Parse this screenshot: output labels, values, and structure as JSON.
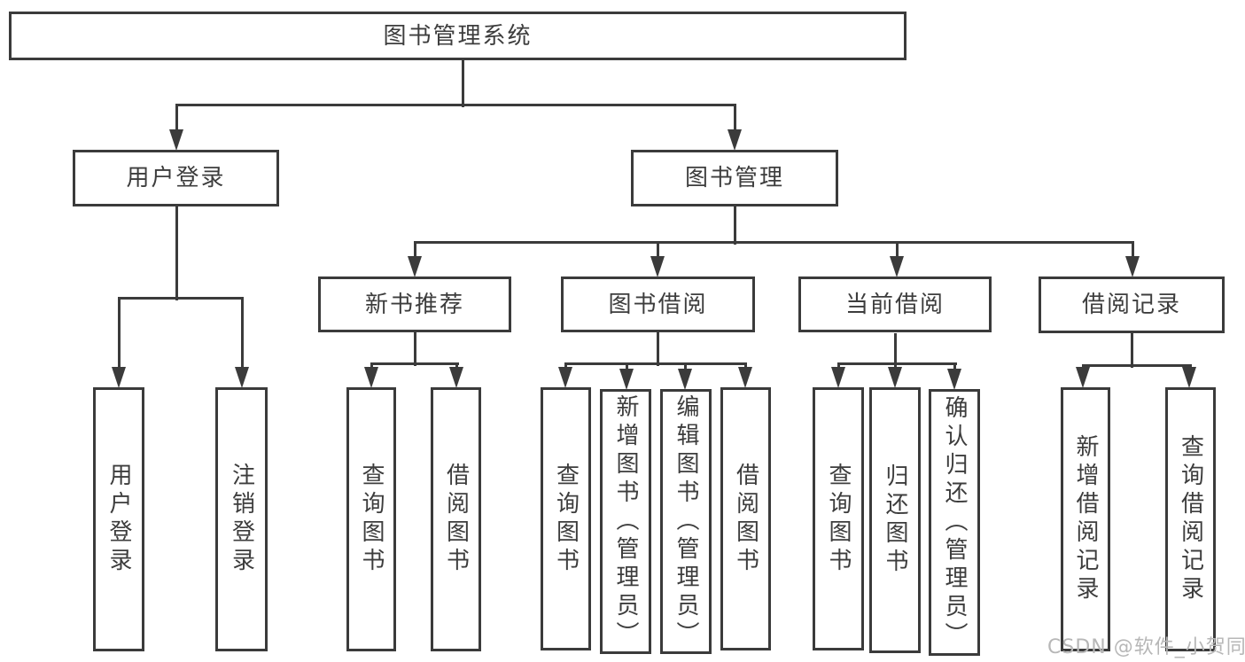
{
  "colors": {
    "line": "#3b3b3b",
    "text": "#3d3d3d",
    "background": "#ffffff",
    "watermark": "#b7b7b7"
  },
  "watermark": {
    "text": "CSDN @软件_小贺同学"
  },
  "diagram": {
    "title": "图书管理系统",
    "nodes": [
      {
        "id": "root",
        "label": "图书管理系统"
      },
      {
        "id": "user-login-branch",
        "label": "用户登录"
      },
      {
        "id": "book-mgmt-branch",
        "label": "图书管理"
      },
      {
        "id": "new-book-rec",
        "label": "新书推荐"
      },
      {
        "id": "book-borrow",
        "label": "图书借阅"
      },
      {
        "id": "current-borrow",
        "label": "当前借阅"
      },
      {
        "id": "borrow-records",
        "label": "借阅记录"
      },
      {
        "id": "user-login",
        "label": "用户登录"
      },
      {
        "id": "logout",
        "label": "注销登录"
      },
      {
        "id": "nb-query-books",
        "label": "查询图书"
      },
      {
        "id": "nb-borrow-books",
        "label": "借阅图书"
      },
      {
        "id": "bb-query-books",
        "label": "查询图书"
      },
      {
        "id": "bb-add-books",
        "label": "新增图书（管理员）"
      },
      {
        "id": "bb-edit-books",
        "label": "编辑图书（管理员）"
      },
      {
        "id": "bb-borrow-books",
        "label": "借阅图书"
      },
      {
        "id": "cb-query-books",
        "label": "查询图书"
      },
      {
        "id": "cb-return-books",
        "label": "归还图书"
      },
      {
        "id": "cb-confirm-return",
        "label": "确认归还（管理员）"
      },
      {
        "id": "br-add-record",
        "label": "新增借阅记录"
      },
      {
        "id": "br-query-record",
        "label": "查询借阅记录"
      }
    ],
    "edges": [
      {
        "from": "root",
        "to": [
          "user-login-branch",
          "book-mgmt-branch"
        ]
      },
      {
        "from": "user-login-branch",
        "to": [
          "user-login",
          "logout"
        ]
      },
      {
        "from": "book-mgmt-branch",
        "to": [
          "new-book-rec",
          "book-borrow",
          "current-borrow",
          "borrow-records"
        ]
      },
      {
        "from": "new-book-rec",
        "to": [
          "nb-query-books",
          "nb-borrow-books"
        ]
      },
      {
        "from": "book-borrow",
        "to": [
          "bb-query-books",
          "bb-add-books",
          "bb-edit-books",
          "bb-borrow-books"
        ]
      },
      {
        "from": "current-borrow",
        "to": [
          "cb-query-books",
          "cb-return-books",
          "cb-confirm-return"
        ]
      },
      {
        "from": "borrow-records",
        "to": [
          "br-add-record",
          "br-query-record"
        ]
      }
    ]
  }
}
